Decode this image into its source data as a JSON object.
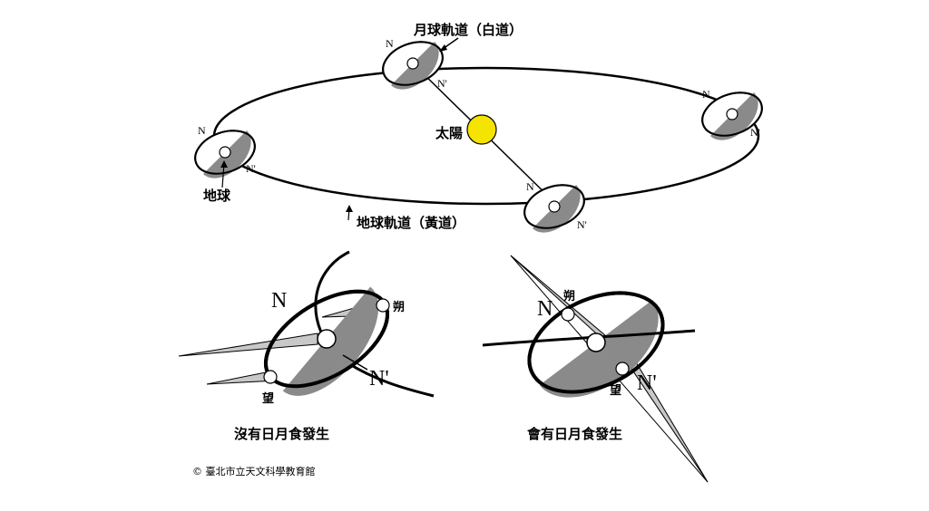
{
  "top": {
    "moon_orbit_label": "月球軌道（白道）",
    "sun_label": "太陽",
    "earth_label": "地球",
    "earth_orbit_label": "地球軌道（黃道）",
    "node_n": "N",
    "node_n_prime": "N'"
  },
  "bottom_left": {
    "node_n": "N",
    "node_n_prime": "N'",
    "new_moon": "朔",
    "full_moon": "望",
    "caption": "沒有日月食發生"
  },
  "bottom_right": {
    "node_n": "N",
    "node_n_prime": "N'",
    "new_moon": "朔",
    "full_moon": "望",
    "caption": "會有日月食發生"
  },
  "copyright": "© 臺北市立天文科學教育館",
  "colors": {
    "sun": "#f5e400",
    "shaded": "#8a8a8a",
    "shadow_cone": "#c8c8c8",
    "line": "#000000"
  }
}
